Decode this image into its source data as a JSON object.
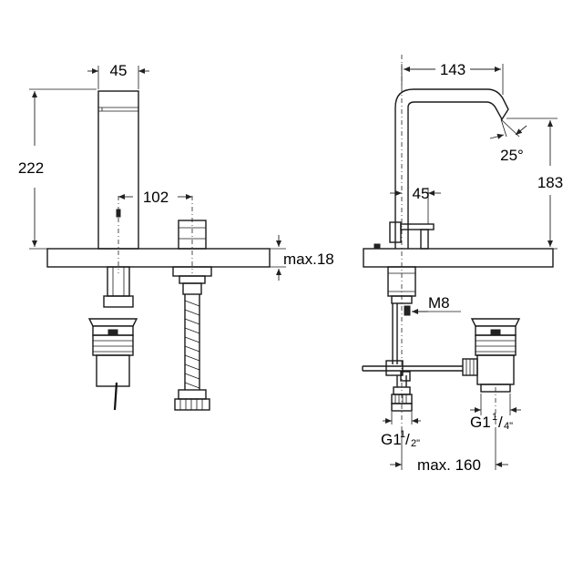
{
  "front_view": {
    "dim_width": "45",
    "dim_height": "222",
    "dim_spacing": "102",
    "dim_deck": "max.18"
  },
  "side_view": {
    "dim_reach": "143",
    "dim_height": "183",
    "dim_lever": "45",
    "dim_angle": "25°",
    "dim_rod": "M8",
    "thread_inlet_main": "G1",
    "thread_inlet_num": "1",
    "thread_inlet_den": "2\"",
    "thread_waste_main": "G1",
    "thread_waste_num": "1",
    "thread_waste_den": "4\"",
    "dim_waste_offset": "max. 160"
  }
}
